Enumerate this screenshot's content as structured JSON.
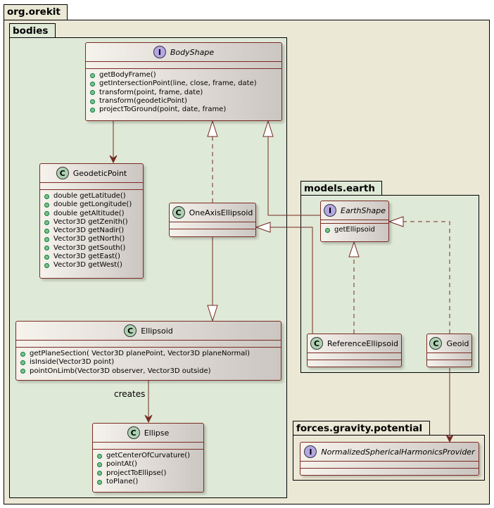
{
  "packages": {
    "root": "org.orekit",
    "bodies": "bodies",
    "models_earth": "models.earth",
    "potential": "forces.gravity.potential"
  },
  "colors": {
    "root_fill": "#ebe8d6",
    "subpackage_fill": "#dfe9d7",
    "edge": "#722a22",
    "class_badge": "#add1b2",
    "interface_badge": "#b4a7e5"
  },
  "stereotypes": {
    "class": "C",
    "interface": "I"
  },
  "classes": {
    "body_shape": {
      "name": "BodyShape",
      "kind": "interface",
      "methods": [
        "getBodyFrame()",
        "getIntersectionPoint(line, close, frame, date)",
        "transform(point, frame, date)",
        "transform(geodeticPoint)",
        "projectToGround(point, date, frame)"
      ]
    },
    "geodetic_point": {
      "name": "GeodeticPoint",
      "kind": "class",
      "methods": [
        "double getLatitude()",
        "double getLongitude()",
        "double getAltitude()",
        "Vector3D getZenith()",
        "Vector3D getNadir()",
        "Vector3D getNorth()",
        "Vector3D getSouth()",
        "Vector3D getEast()",
        "Vector3D getWest()"
      ]
    },
    "one_axis_ellipsoid": {
      "name": "OneAxisEllipsoid",
      "kind": "class",
      "methods": []
    },
    "ellipsoid": {
      "name": "Ellipsoid",
      "kind": "class",
      "methods": [
        "getPlaneSection( Vector3D planePoint, Vector3D planeNormal)",
        "isInside(Vector3D point)",
        "pointOnLimb(Vector3D observer, Vector3D outside)"
      ]
    },
    "ellipse": {
      "name": "Ellipse",
      "kind": "class",
      "methods": [
        "getCenterOfCurvature()",
        "pointAt()",
        "projectToEllipse()",
        "toPlane()"
      ]
    },
    "earth_shape": {
      "name": "EarthShape",
      "kind": "interface",
      "methods": [
        "getEllipsoid"
      ]
    },
    "reference_ellipsoid": {
      "name": "ReferenceEllipsoid",
      "kind": "class",
      "methods": []
    },
    "geoid": {
      "name": "Geoid",
      "kind": "class",
      "methods": []
    },
    "harmonics_provider": {
      "name": "NormalizedSphericalHarmonicsProvider",
      "kind": "interface",
      "methods": []
    }
  },
  "edge_labels": {
    "creates": "creates"
  }
}
